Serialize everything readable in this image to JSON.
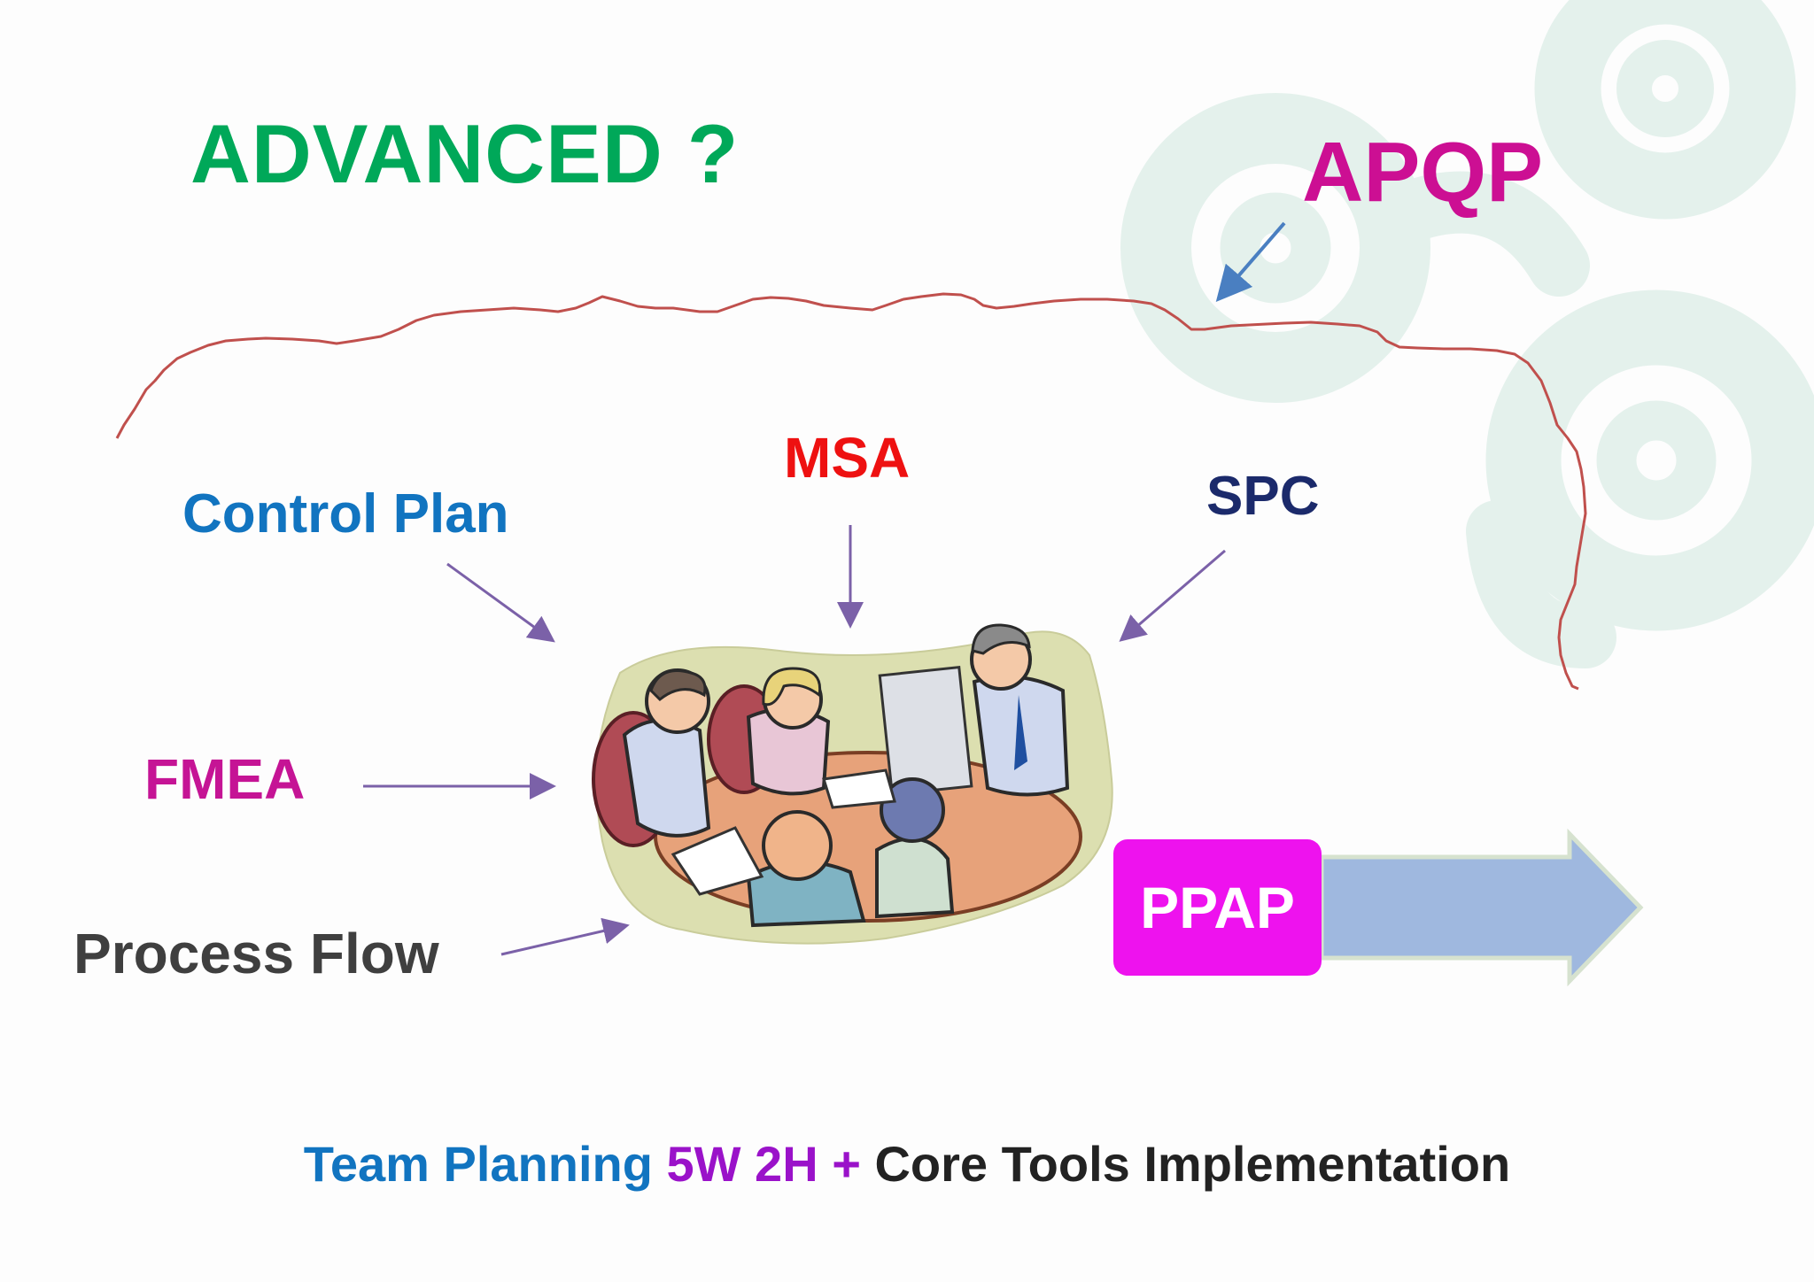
{
  "slide": {
    "heading": "ADVANCED ?",
    "umbrella_label": "APQP",
    "tools": {
      "control_plan": "Control Plan",
      "msa": "MSA",
      "spc": "SPC",
      "fmea": "FMEA",
      "process_flow": "Process Flow"
    },
    "output_label": "PPAP",
    "footer": {
      "part1": "Team Planning",
      "part2": "5W 2H",
      "part3": "+",
      "part4": "Core Tools Implementation"
    }
  },
  "colors": {
    "heading": "#00a859",
    "apqp": "#cc0f93",
    "control_plan": "#1174c0",
    "msa": "#ee1111",
    "spc": "#1b2a6b",
    "fmea": "#c51495",
    "process_flow": "#3f3f3f",
    "ppap_box": "#ee12ee",
    "ppap_arrow": "#9fb8df",
    "umbrella_line": "#c0504d",
    "arrows": "#7b61a8",
    "apqp_arrow": "#4a7fc1"
  },
  "icons": [
    "swirl-decoration",
    "team-meeting-clipart"
  ]
}
